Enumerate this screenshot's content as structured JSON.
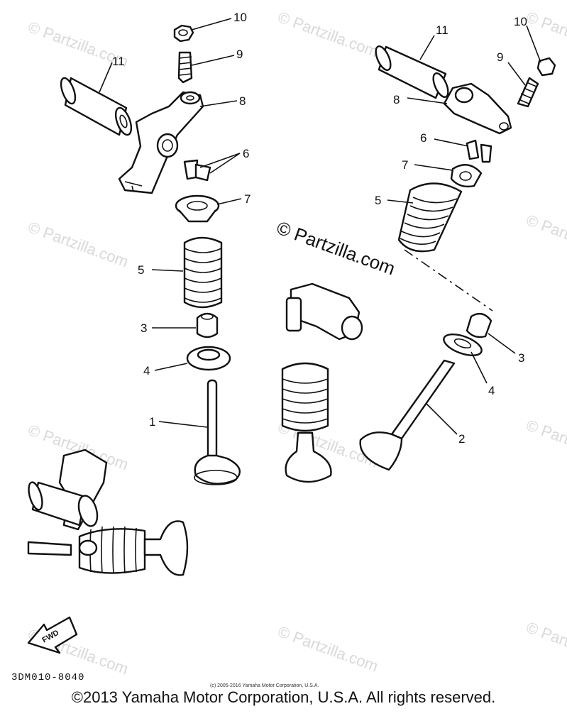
{
  "watermark": "© Partzilla.com",
  "watermark_center": "© Partzilla.com",
  "diagram_code": "3DM010-8040",
  "fwd_label": "FWD",
  "small_copyright": "(c) 2005-2016 Yamaha Motor Corporation, U.S.A.",
  "footer_copyright": "©2013 Yamaha Motor Corporation, U.S.A. All rights reserved.",
  "callouts": {
    "left": {
      "n10": "10",
      "n9": "9",
      "n8": "8",
      "n11": "11",
      "n6": "6",
      "n7": "7",
      "n5": "5",
      "n3": "3",
      "n4": "4",
      "n1": "1"
    },
    "right": {
      "n11": "11",
      "n10": "10",
      "n9": "9",
      "n8": "8",
      "n6": "6",
      "n7": "7",
      "n5": "5",
      "n3": "3",
      "n4": "4",
      "n2": "2"
    }
  }
}
